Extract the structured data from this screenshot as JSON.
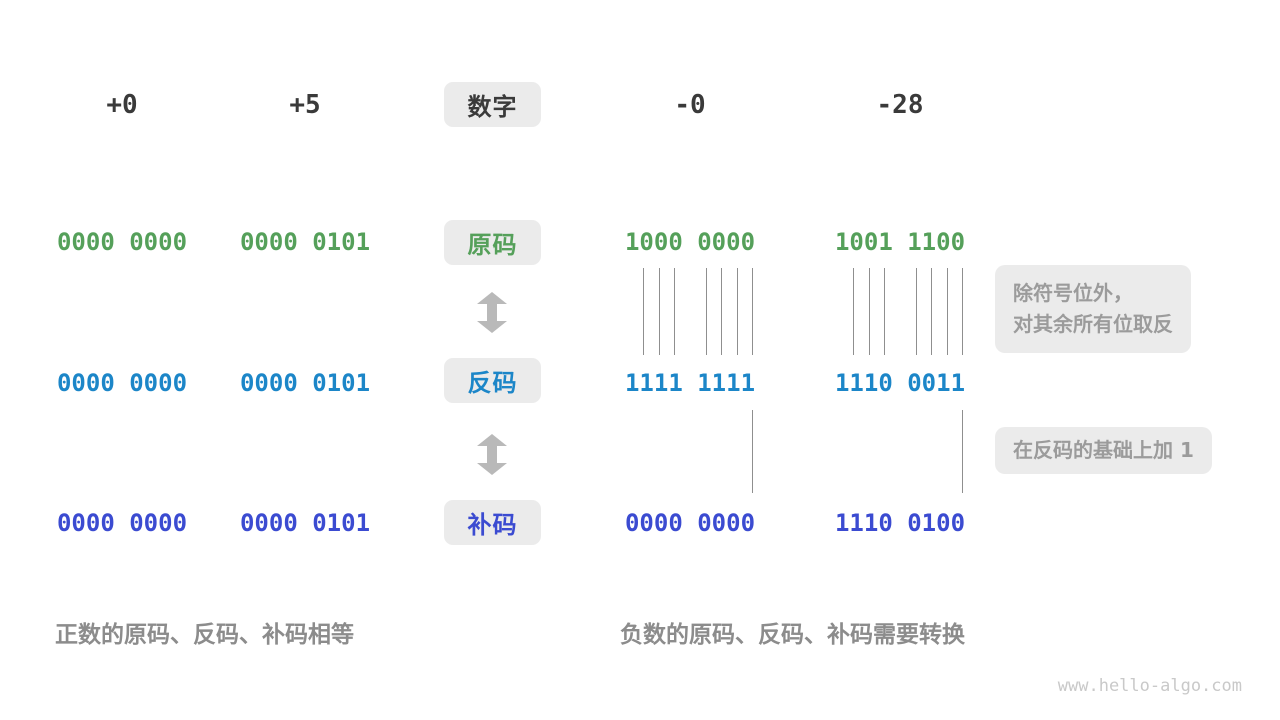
{
  "colors": {
    "dark": "#3A3A3A",
    "green": "#55A05A",
    "blue": "#1C86C8",
    "indigo": "#3B4BD1",
    "box_bg": "#EBEBEB",
    "annotation_text": "#9B9B9B",
    "caption_text": "#8C8C8C",
    "line_gray": "#8F8F8F",
    "arrow_gray": "#B9B9B9",
    "watermark_text": "#C9C9C9"
  },
  "header": {
    "positive_values": [
      "+0",
      "+5"
    ],
    "label": "数字",
    "negative_values": [
      "-0",
      "-28"
    ]
  },
  "rows": [
    {
      "label": "原码",
      "values": [
        "0000 0000",
        "0000 0101",
        "1000 0000",
        "1001 1100"
      ]
    },
    {
      "label": "反码",
      "values": [
        "0000 0000",
        "0000 0101",
        "1111 1111",
        "1110 0011"
      ]
    },
    {
      "label": "补码",
      "values": [
        "0000 0000",
        "0000 0101",
        "0000 0000",
        "1110 0100"
      ]
    }
  ],
  "annotations": {
    "invert_note_line1": "除符号位外，",
    "invert_note_line2": "对其余所有位取反",
    "add_one_note": "在反码的基础上加 1"
  },
  "captions": {
    "positive": "正数的原码、反码、补码相等",
    "negative": "负数的原码、反码、补码需要转换"
  },
  "watermark": "www.hello-algo.com"
}
